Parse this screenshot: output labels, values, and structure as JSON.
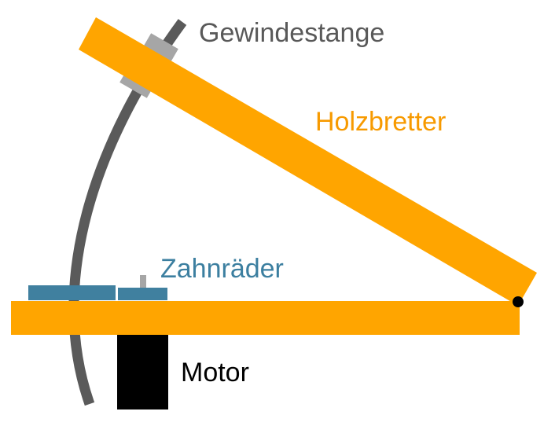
{
  "labels": {
    "rod": "Gewindestange",
    "boards": "Holzbretter",
    "gears": "Zahnräder",
    "motor": "Motor"
  },
  "colors": {
    "wood": "#ffa500",
    "rod": "#5a5a5a",
    "nut": "#a6a6a6",
    "gear": "#40809f",
    "gear_label": "#3c7fa0",
    "motor": "#000000",
    "rod_label": "#595959",
    "board_label": "#f79a00",
    "hinge": "#000000"
  }
}
